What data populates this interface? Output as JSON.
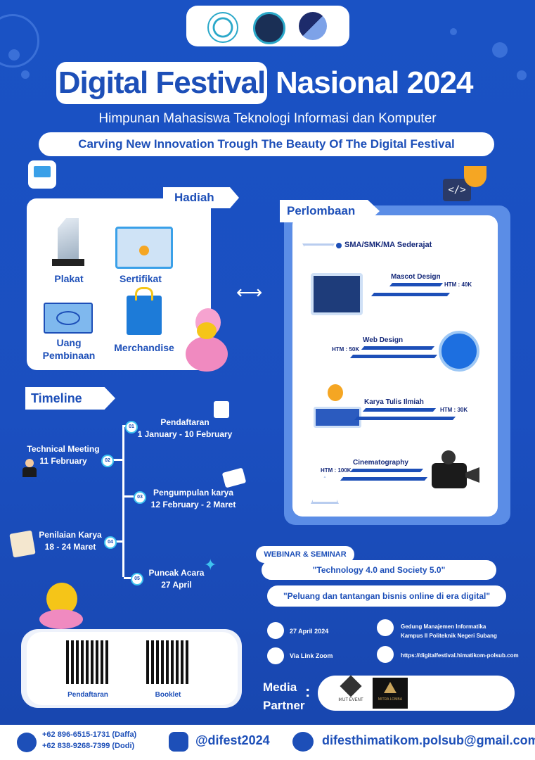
{
  "header": {
    "title_highlight": "Digital Festival",
    "title_rest": "Nasional 2024",
    "subtitle": "Himpunan Mahasiswa Teknologi Informasi dan Komputer",
    "tagline": "Carving New Innovation Trough The Beauty Of The Digital Festival"
  },
  "hadiah": {
    "heading": "Hadiah",
    "items": [
      "Plakat",
      "Sertifikat",
      "Uang Pembinaan",
      "Merchandise"
    ]
  },
  "perlombaan": {
    "heading": "Perlombaan",
    "level": "SMA/SMK/MA Sederajat",
    "competitions": [
      {
        "name": "Mascot Design",
        "htm": "HTM : 40K"
      },
      {
        "name": "Web Design",
        "htm": "HTM : 50K"
      },
      {
        "name": "Karya Tulis Ilmiah",
        "htm": "HTM : 30K"
      },
      {
        "name": "Cinematography",
        "htm": "HTM : 100K"
      }
    ]
  },
  "timeline": {
    "heading": "Timeline",
    "events": [
      {
        "num": "01",
        "title": "Pendaftaran",
        "date": "1 January - 10 February"
      },
      {
        "num": "02",
        "title": "Technical Meeting",
        "date": "11 February"
      },
      {
        "num": "03",
        "title": "Pengumpulan karya",
        "date": "12 February - 2 Maret"
      },
      {
        "num": "04",
        "title": "Penilaian Karya",
        "date": "18 - 24 Maret"
      },
      {
        "num": "05",
        "title": "Puncak Acara",
        "date": "27 April"
      }
    ]
  },
  "webinar": {
    "heading": "WEBINAR & SEMINAR",
    "topic1": "\"Technology 4.0 and Society 5.0\"",
    "topic2": "\"Peluang dan tantangan bisnis online di era digital\"",
    "date": "27 April 2024",
    "venue_line1": "Gedung Manajemen Informatika",
    "venue_line2": "Kampus II Politeknik Negeri Subang",
    "platform": "Via Link Zoom",
    "website": "https://digitalfestival.himatikom-polsub.com"
  },
  "qr": {
    "labels": [
      "Pendaftaran",
      "Booklet"
    ]
  },
  "media_partner": {
    "label_line1": "Media",
    "label_line2": "Partner",
    "partners": [
      "IKUT EVENT",
      "MITRA LOMBA"
    ]
  },
  "footer": {
    "phone1": "+62 896-6515-1731 (Daffa)",
    "phone2": "+62 838-9268-7399  (Dodi)",
    "instagram": "@difest2024",
    "email": "difesthimatikom.polsub@gmail.com"
  },
  "colors": {
    "primary": "#1d4fb8",
    "background": "#1a52c4",
    "accent": "#3fc3f0",
    "gold": "#f5a623"
  }
}
